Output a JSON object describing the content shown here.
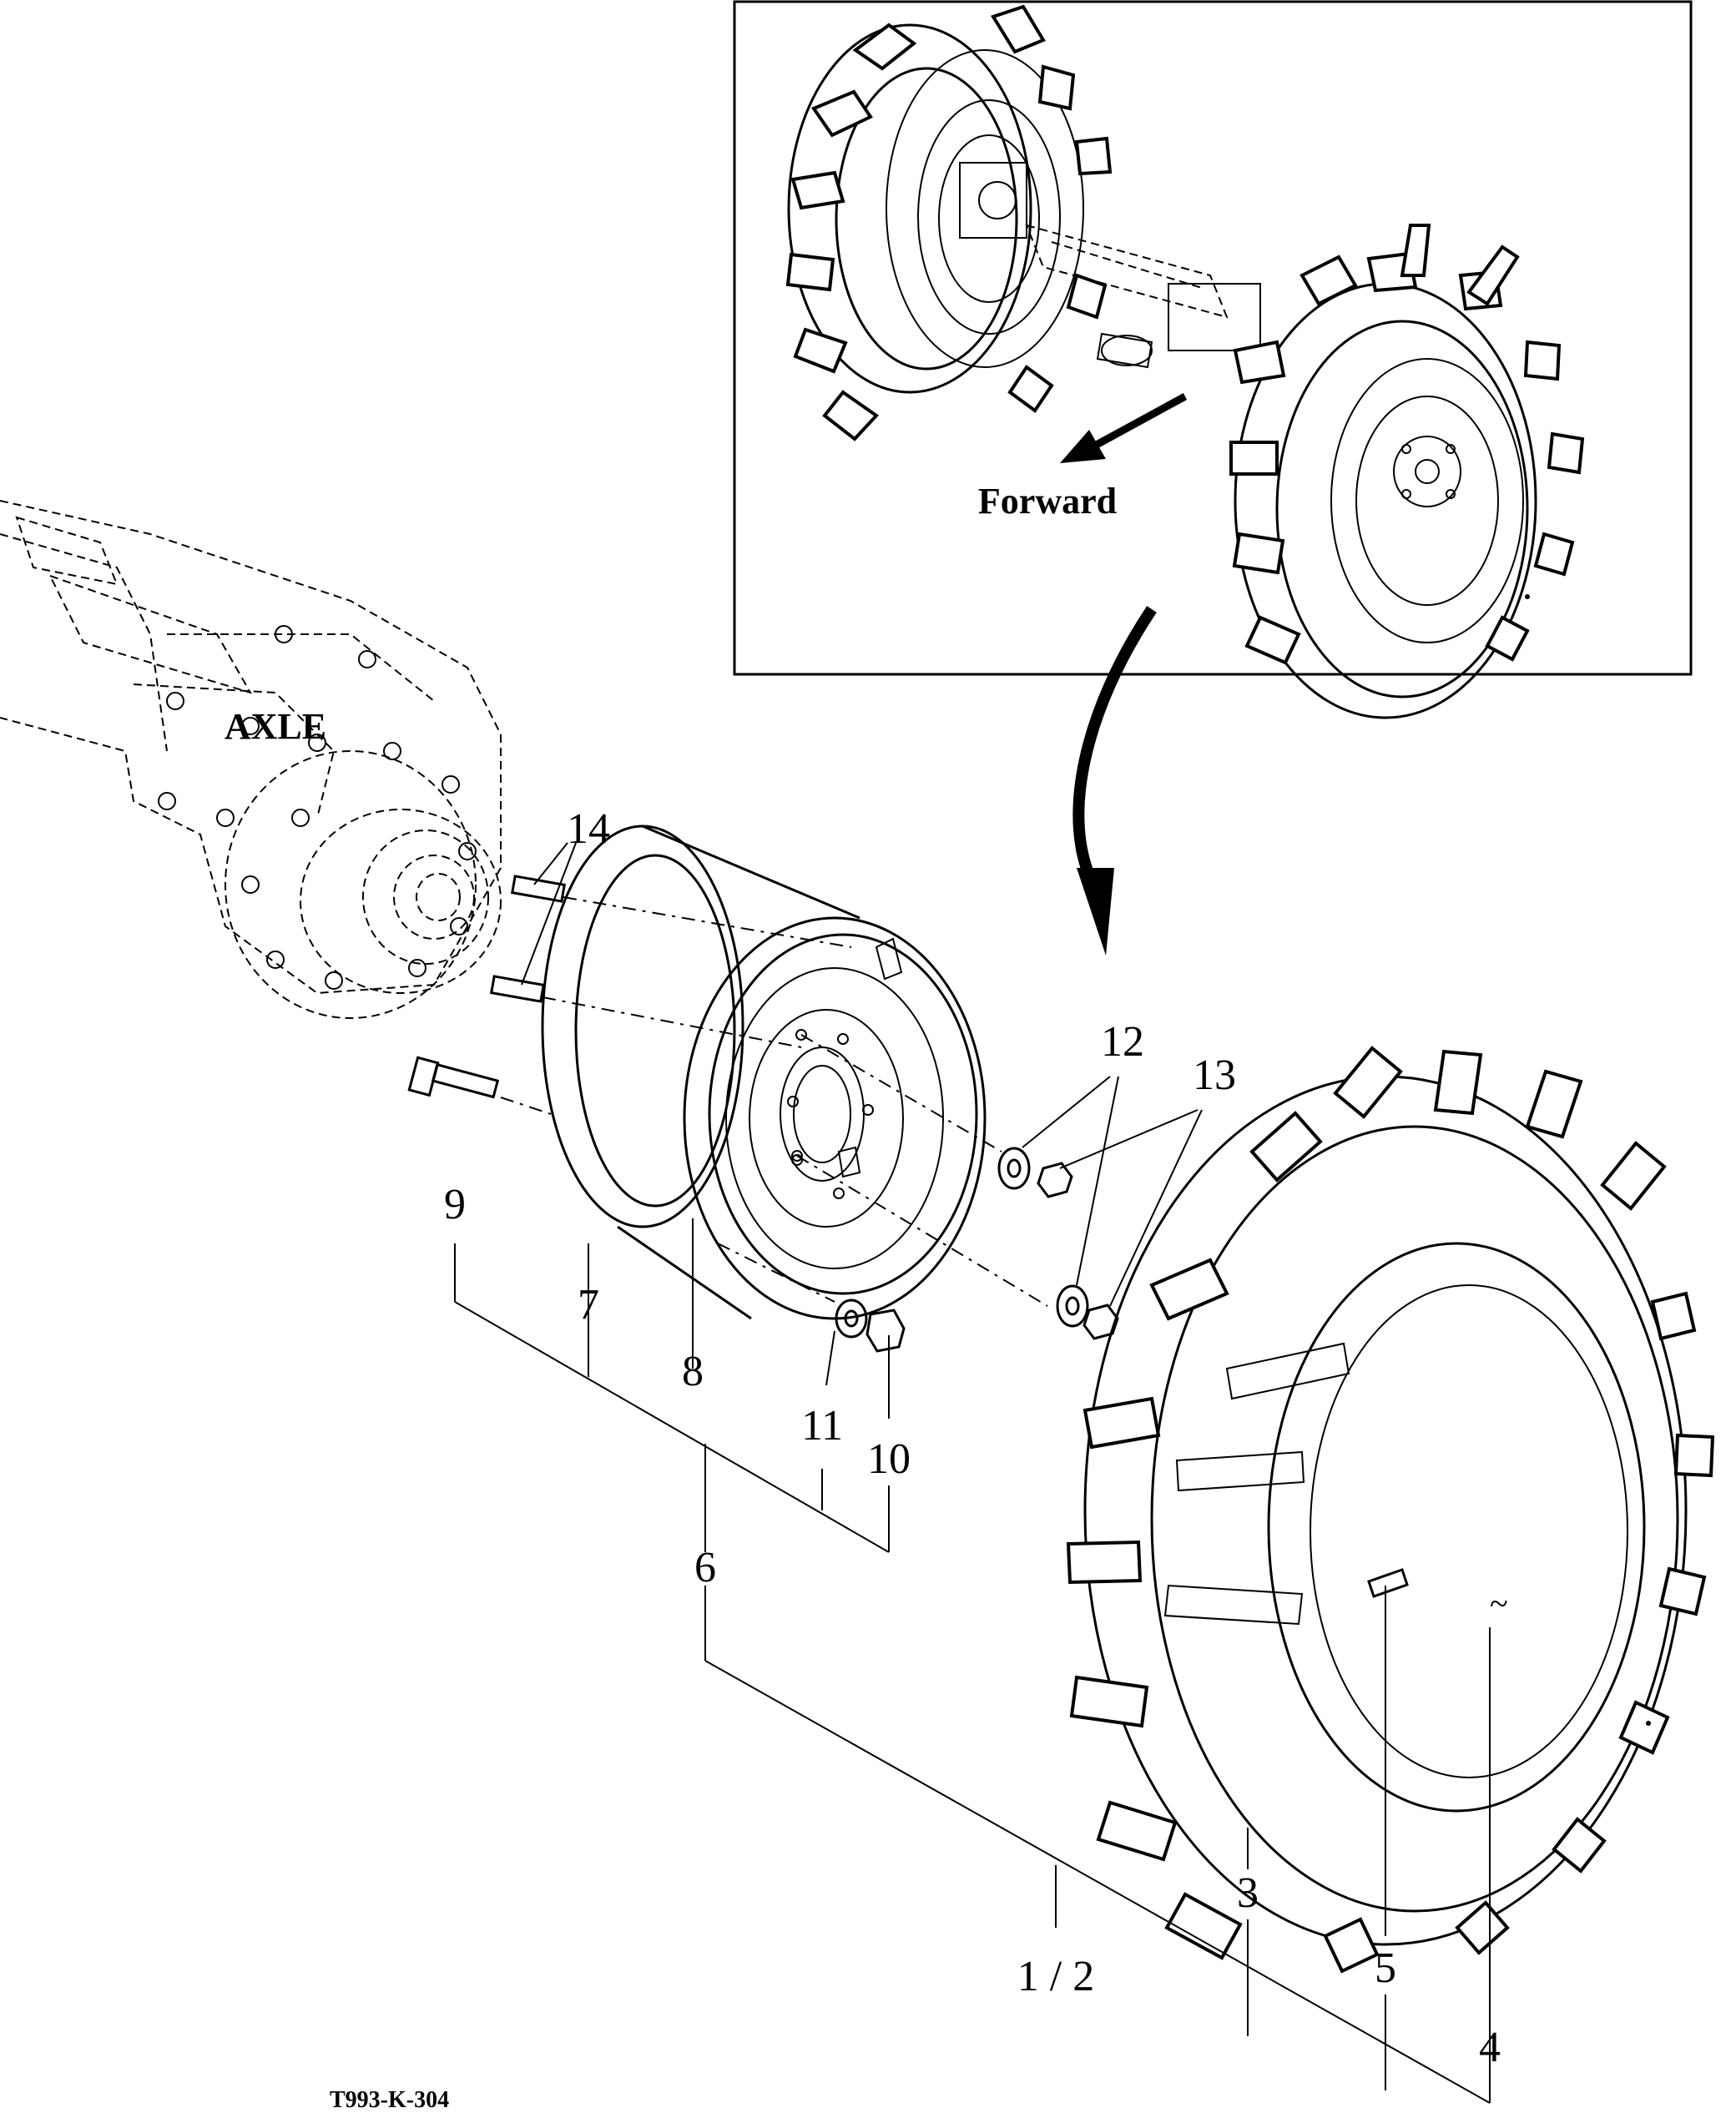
{
  "labels": {
    "axle": "AXLE",
    "forward": "Forward",
    "figure_code": "T993-K-304"
  },
  "callouts": [
    {
      "id": "c14",
      "text": "14"
    },
    {
      "id": "c12",
      "text": "12"
    },
    {
      "id": "c13",
      "text": "13"
    },
    {
      "id": "c9",
      "text": "9"
    },
    {
      "id": "c7",
      "text": "7"
    },
    {
      "id": "c8",
      "text": "8"
    },
    {
      "id": "c11",
      "text": "11"
    },
    {
      "id": "c10",
      "text": "10"
    },
    {
      "id": "c6",
      "text": "6"
    },
    {
      "id": "c3",
      "text": "3"
    },
    {
      "id": "c12b",
      "text": "1 / 2"
    },
    {
      "id": "c5",
      "text": "5"
    },
    {
      "id": "c4",
      "text": "4"
    }
  ]
}
